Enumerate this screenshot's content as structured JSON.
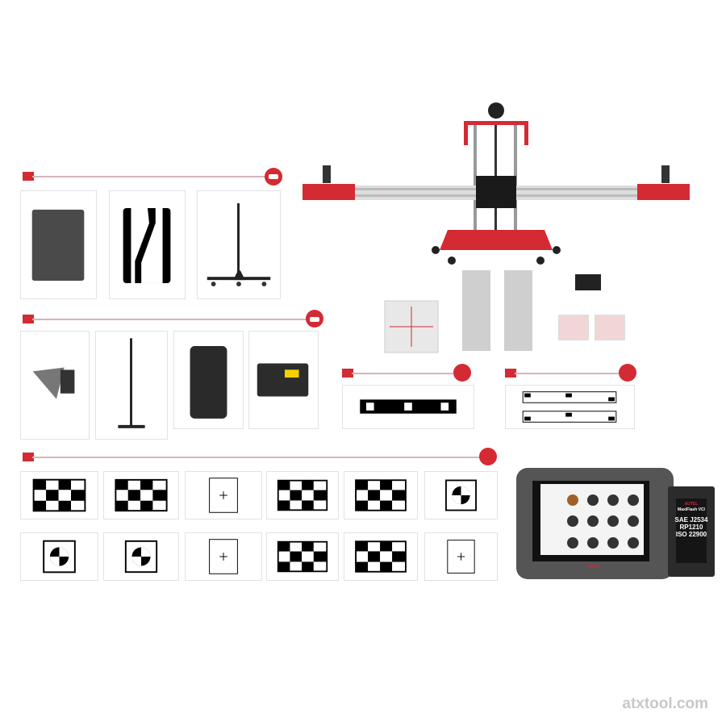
{
  "sections": [
    {
      "id": "lane-keep",
      "icon": "lane-camera-icon",
      "accent": "#d42a33"
    },
    {
      "id": "radar",
      "icon": "radar-car-icon",
      "accent": "#d42a33"
    },
    {
      "id": "blind-spot",
      "icon": "blind-spot-icon",
      "accent": "#d42a33"
    },
    {
      "id": "night-vision",
      "icon": "night-vision-icon",
      "accent": "#d42a33"
    },
    {
      "id": "surround-view",
      "icon": "surround-view-icon",
      "accent": "#d42a33"
    }
  ],
  "vci": {
    "brand": "AUTEL",
    "model": "MaxiFlash VCI",
    "line1": "SAE J2534",
    "line2": "RP1210",
    "line3": "ISO 22900"
  },
  "tablet": {
    "brand": "AUTEL"
  },
  "watermark": "atxtool.com"
}
